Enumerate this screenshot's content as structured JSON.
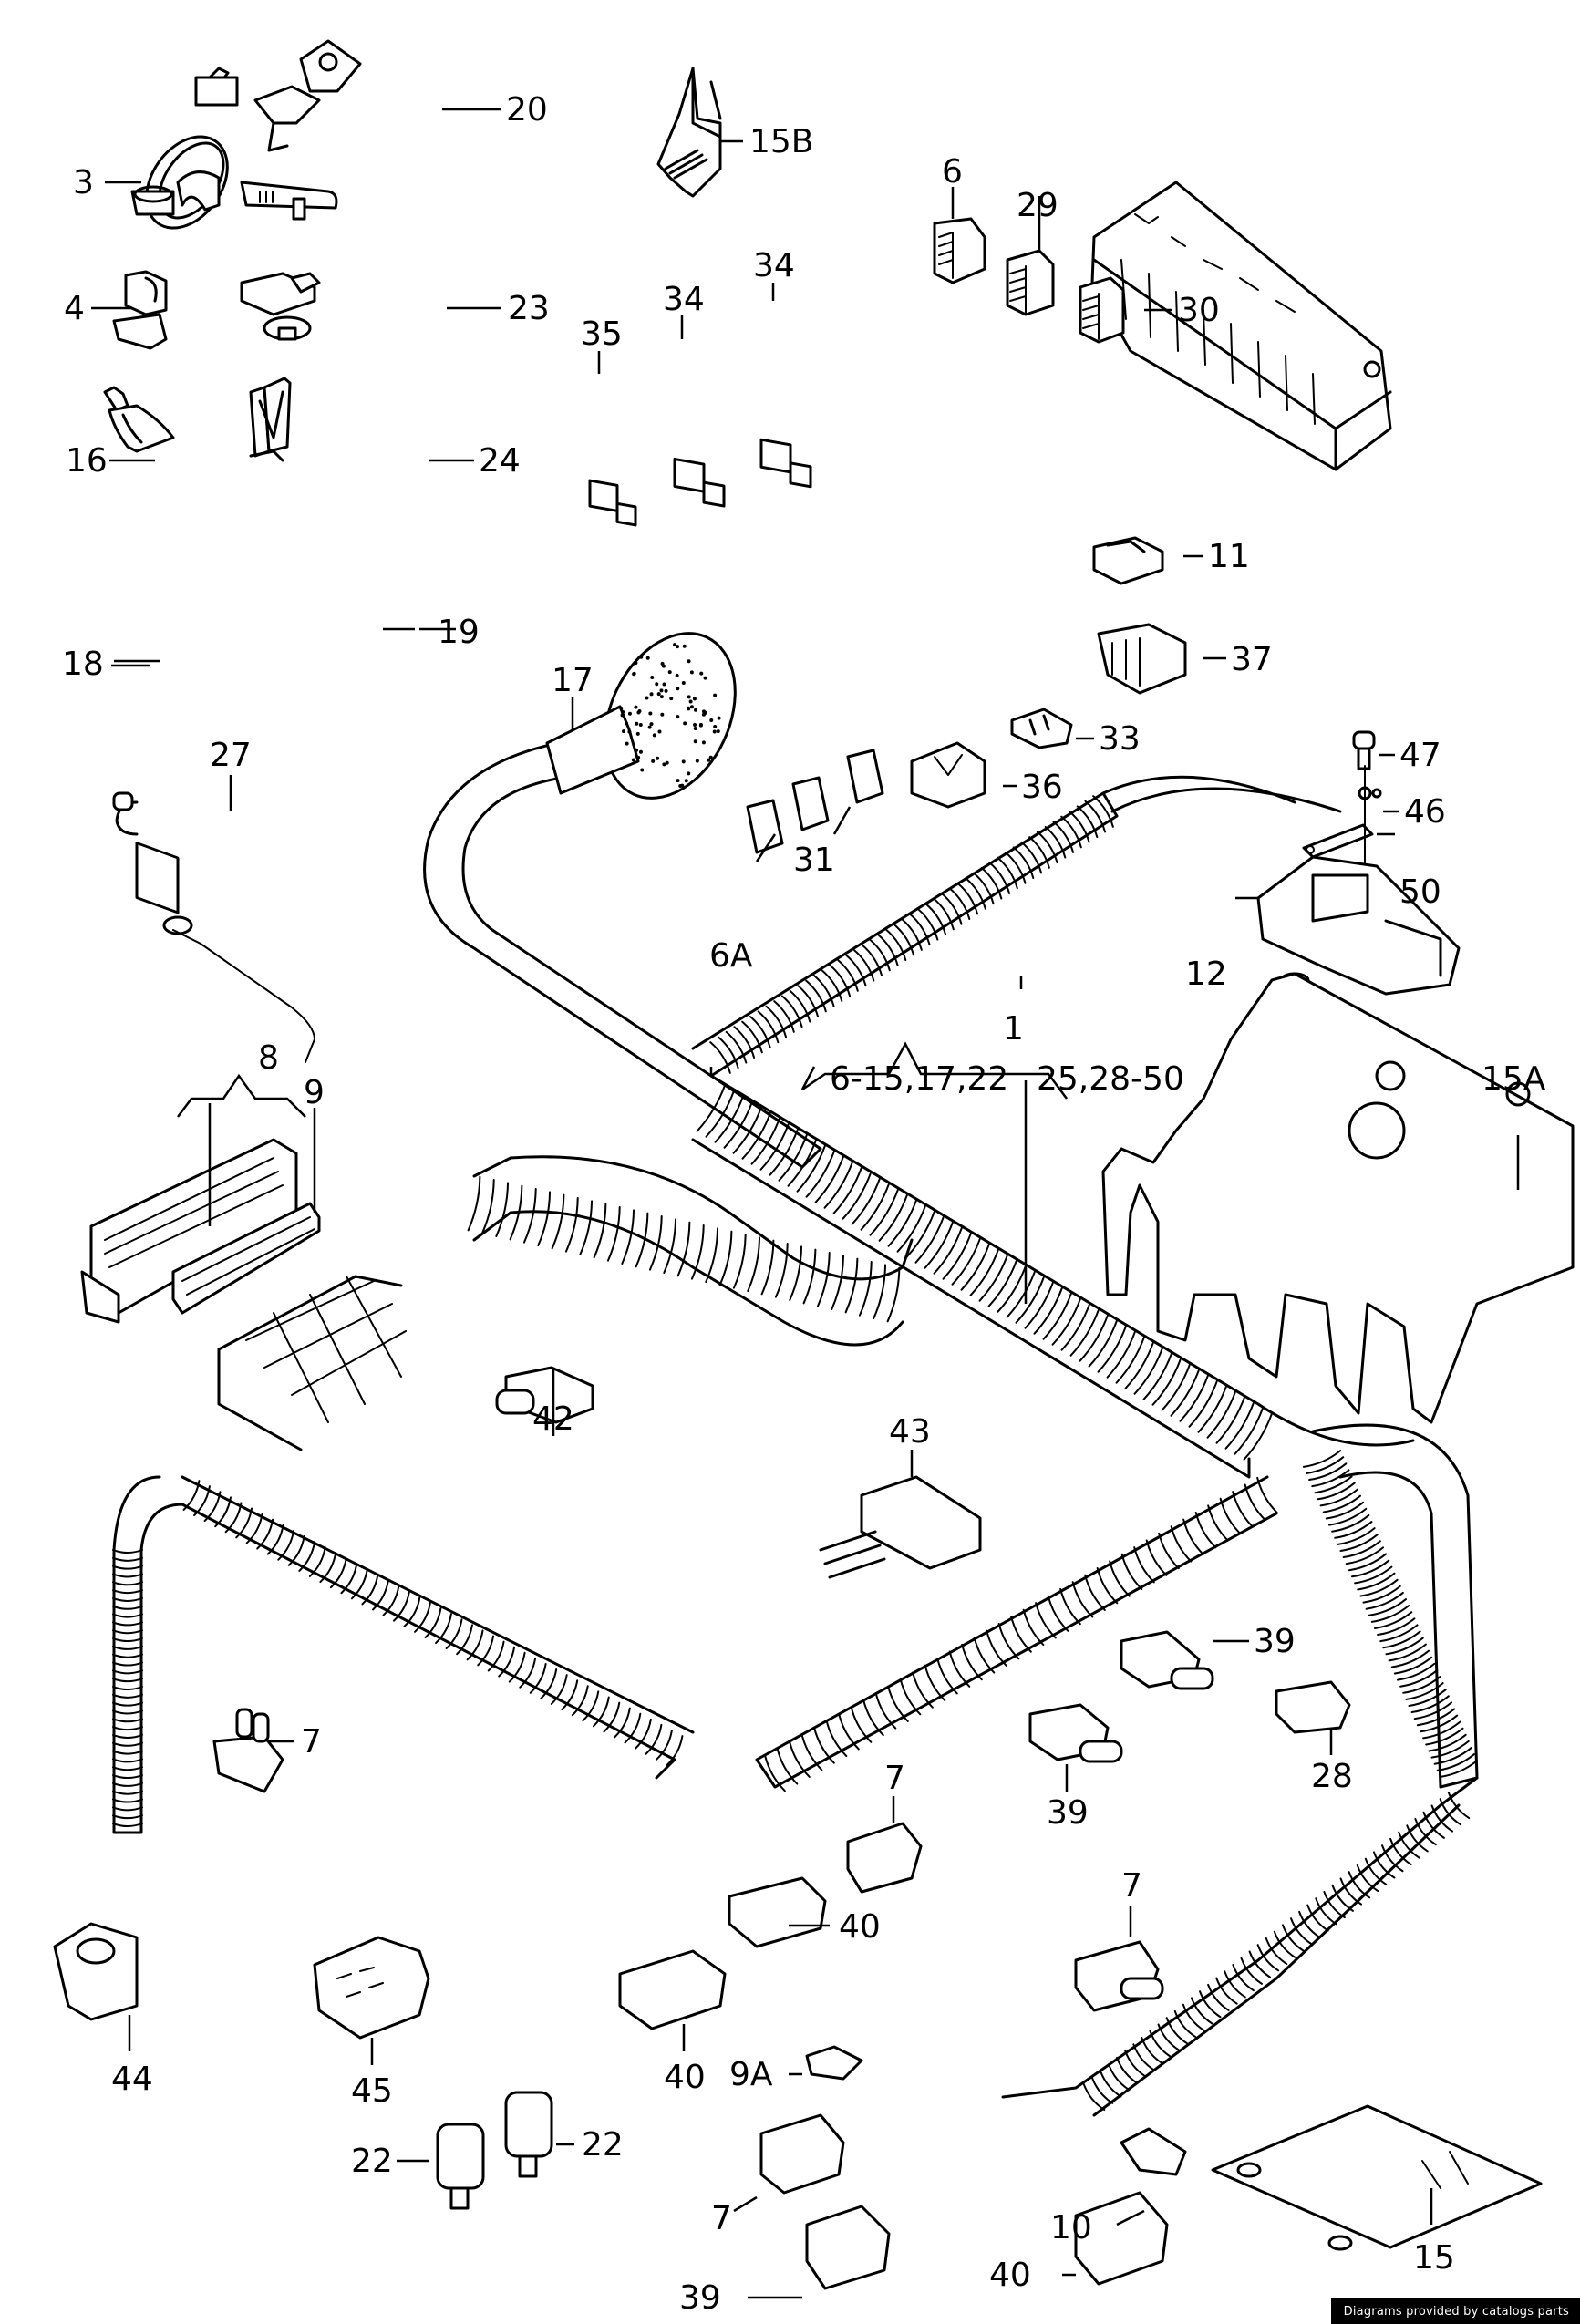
{
  "diagram": {
    "type": "exploded-parts-diagram",
    "subject": "engine wiring harness",
    "callouts": [
      {
        "id": "3",
        "label": "3"
      },
      {
        "id": "20",
        "label": "20"
      },
      {
        "id": "4",
        "label": "4"
      },
      {
        "id": "23",
        "label": "23"
      },
      {
        "id": "16",
        "label": "16"
      },
      {
        "id": "24",
        "label": "24"
      },
      {
        "id": "18",
        "label": "18"
      },
      {
        "id": "19",
        "label": "19"
      },
      {
        "id": "27",
        "label": "27"
      },
      {
        "id": "15B",
        "label": "15B"
      },
      {
        "id": "6",
        "label": "6"
      },
      {
        "id": "29",
        "label": "29"
      },
      {
        "id": "30",
        "label": "30"
      },
      {
        "id": "34a",
        "label": "34"
      },
      {
        "id": "34b",
        "label": "34"
      },
      {
        "id": "35",
        "label": "35"
      },
      {
        "id": "11",
        "label": "11"
      },
      {
        "id": "37",
        "label": "37"
      },
      {
        "id": "17",
        "label": "17"
      },
      {
        "id": "33",
        "label": "33"
      },
      {
        "id": "36",
        "label": "36"
      },
      {
        "id": "47",
        "label": "47"
      },
      {
        "id": "46",
        "label": "46"
      },
      {
        "id": "31",
        "label": "31"
      },
      {
        "id": "6A",
        "label": "6A"
      },
      {
        "id": "50",
        "label": "50"
      },
      {
        "id": "12",
        "label": "12"
      },
      {
        "id": "1",
        "label": "1"
      },
      {
        "id": "1-range-left",
        "label": "6-15,17,22"
      },
      {
        "id": "1-range-right",
        "label": "25,28-50"
      },
      {
        "id": "15A",
        "label": "15A"
      },
      {
        "id": "8",
        "label": "8"
      },
      {
        "id": "9",
        "label": "9"
      },
      {
        "id": "42",
        "label": "42"
      },
      {
        "id": "43",
        "label": "43"
      },
      {
        "id": "39a",
        "label": "39"
      },
      {
        "id": "39b",
        "label": "39"
      },
      {
        "id": "28",
        "label": "28"
      },
      {
        "id": "7a",
        "label": "7"
      },
      {
        "id": "7b",
        "label": "7"
      },
      {
        "id": "7c",
        "label": "7"
      },
      {
        "id": "7d",
        "label": "7"
      },
      {
        "id": "40a",
        "label": "40"
      },
      {
        "id": "40b",
        "label": "40"
      },
      {
        "id": "40c",
        "label": "40"
      },
      {
        "id": "44",
        "label": "44"
      },
      {
        "id": "45",
        "label": "45"
      },
      {
        "id": "22a",
        "label": "22"
      },
      {
        "id": "22b",
        "label": "22"
      },
      {
        "id": "9A",
        "label": "9A"
      },
      {
        "id": "10",
        "label": "10"
      },
      {
        "id": "15",
        "label": "15"
      },
      {
        "id": "39c",
        "label": "39"
      }
    ]
  },
  "watermark": "Diagrams provided by catalogs parts"
}
